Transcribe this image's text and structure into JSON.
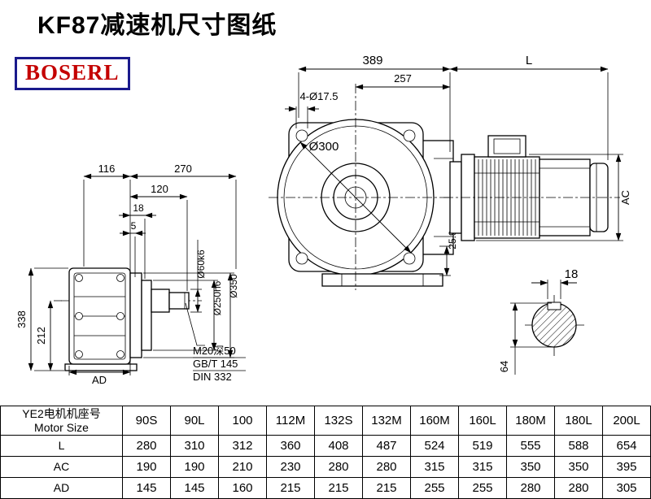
{
  "title": "KF87减速机尺寸图纸",
  "logo": "BOSERL",
  "front_view": {
    "dim_389": "389",
    "dim_L": "L",
    "dim_257": "257",
    "holes": "4-Ø17.5",
    "dia_main": "Ø300",
    "dim_25_9": "25.9",
    "dim_AC": "AC"
  },
  "side_view": {
    "dim_116": "116",
    "dim_270": "270",
    "dim_120": "120",
    "dim_18": "18",
    "dim_5": "5",
    "dim_338": "338",
    "dim_212": "212",
    "dim_AD": "AD",
    "dia_shaft": "Ø60k6",
    "dia_spigot": "Ø250h6",
    "dia_flange": "Ø350",
    "note_tap": "M20深50",
    "note_gb": "GB/T 145",
    "note_din": "DIN 332"
  },
  "shaft_view": {
    "dim_key": "18",
    "dim_dia": "64"
  },
  "table": {
    "header_cn": "YE2电机机座号",
    "header_en": "Motor Size",
    "columns": [
      "90S",
      "90L",
      "100",
      "112M",
      "132S",
      "132M",
      "160M",
      "160L",
      "180M",
      "180L",
      "200L"
    ],
    "rows": [
      {
        "label": "L",
        "values": [
          "280",
          "310",
          "312",
          "360",
          "408",
          "487",
          "524",
          "519",
          "555",
          "588",
          "654"
        ]
      },
      {
        "label": "AC",
        "values": [
          "190",
          "190",
          "210",
          "230",
          "280",
          "280",
          "315",
          "315",
          "350",
          "350",
          "395"
        ]
      },
      {
        "label": "AD",
        "values": [
          "145",
          "145",
          "160",
          "215",
          "215",
          "215",
          "255",
          "255",
          "280",
          "280",
          "305"
        ]
      }
    ]
  }
}
